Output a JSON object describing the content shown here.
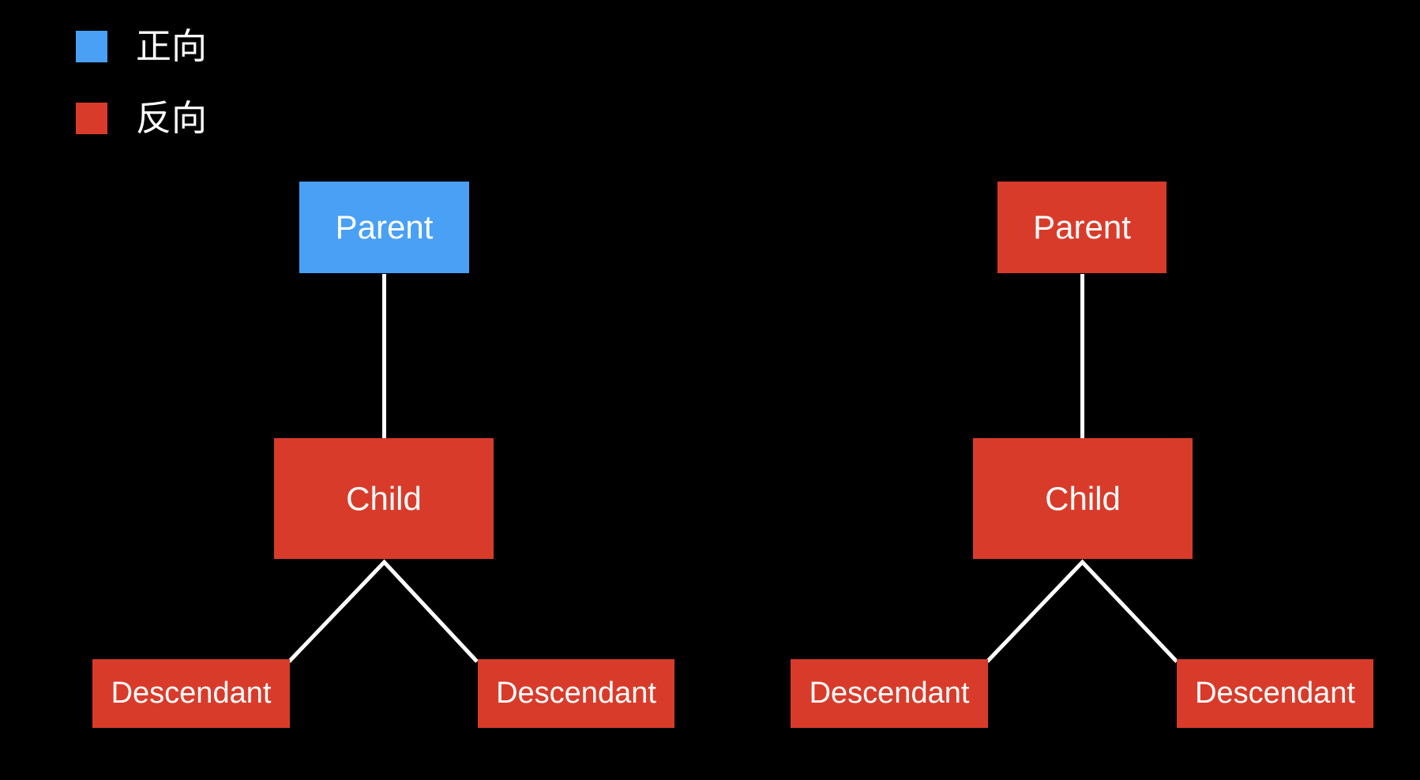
{
  "colors": {
    "background": "#000000",
    "forward_blue": "#49A0F5",
    "reverse_red": "#D93B2A",
    "edge_white": "#FFFFFF",
    "text_white": "#FFFFFF"
  },
  "legend": {
    "items": [
      {
        "key": "forward",
        "label": "正向",
        "color": "#49A0F5"
      },
      {
        "key": "reverse",
        "label": "反向",
        "color": "#D93B2A"
      }
    ]
  },
  "trees": [
    {
      "side": "left",
      "parent": {
        "label": "Parent",
        "direction": "forward",
        "color": "#49A0F5"
      },
      "child": {
        "label": "Child",
        "direction": "reverse",
        "color": "#D93B2A"
      },
      "descendant1": {
        "label": "Descendant",
        "direction": "reverse",
        "color": "#D93B2A"
      },
      "descendant2": {
        "label": "Descendant",
        "direction": "reverse",
        "color": "#D93B2A"
      }
    },
    {
      "side": "right",
      "parent": {
        "label": "Parent",
        "direction": "reverse",
        "color": "#D93B2A"
      },
      "child": {
        "label": "Child",
        "direction": "reverse",
        "color": "#D93B2A"
      },
      "descendant1": {
        "label": "Descendant",
        "direction": "reverse",
        "color": "#D93B2A"
      },
      "descendant2": {
        "label": "Descendant",
        "direction": "reverse",
        "color": "#D93B2A"
      }
    }
  ]
}
